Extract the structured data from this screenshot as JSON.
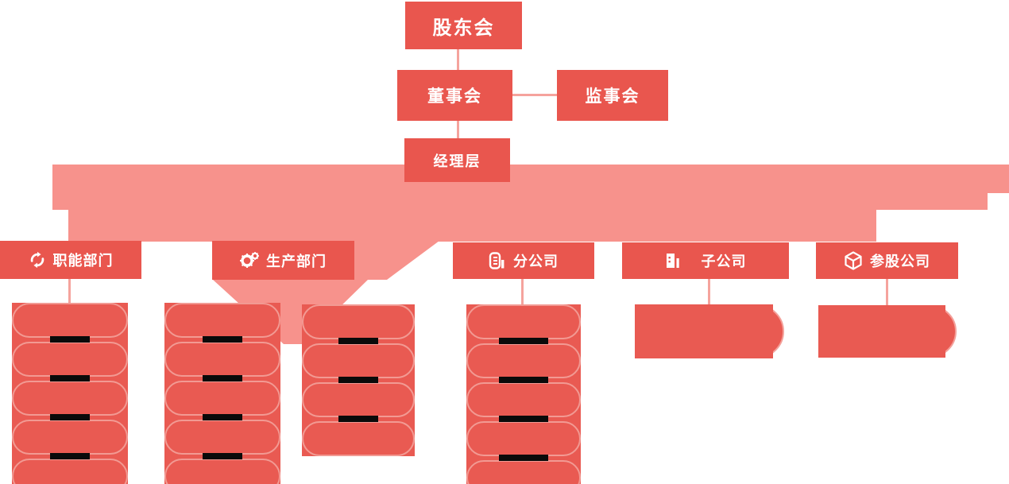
{
  "nodes": {
    "shareholders": {
      "label": "股东会"
    },
    "board": {
      "label": "董事会"
    },
    "supervisors": {
      "label": "监事会"
    },
    "management": {
      "label": "经理层"
    }
  },
  "departments": [
    {
      "id": "functional",
      "label": "职能部门",
      "icon": "circular-arrows-icon",
      "columns": [
        5
      ]
    },
    {
      "id": "production",
      "label": "生产部门",
      "icon": "gears-icon",
      "columns": [
        5,
        4
      ]
    },
    {
      "id": "branch",
      "label": "分公司",
      "icon": "building-outline-icon",
      "columns": [
        5
      ]
    },
    {
      "id": "subsidiary",
      "label": "子公司",
      "icon": "building-solid-icon",
      "columns": [
        1
      ]
    },
    {
      "id": "invested",
      "label": "参股公司",
      "icon": "cube-icon",
      "columns": [
        1
      ]
    }
  ],
  "colors": {
    "node_red": "#e9564e",
    "pill_red": "#e95a52",
    "pill_border_pink": "#f29a93",
    "band_pink": "#f7928c",
    "line_pink": "#f5a39d",
    "divider_black": "#0a0a0a",
    "text_white": "#ffffff"
  }
}
